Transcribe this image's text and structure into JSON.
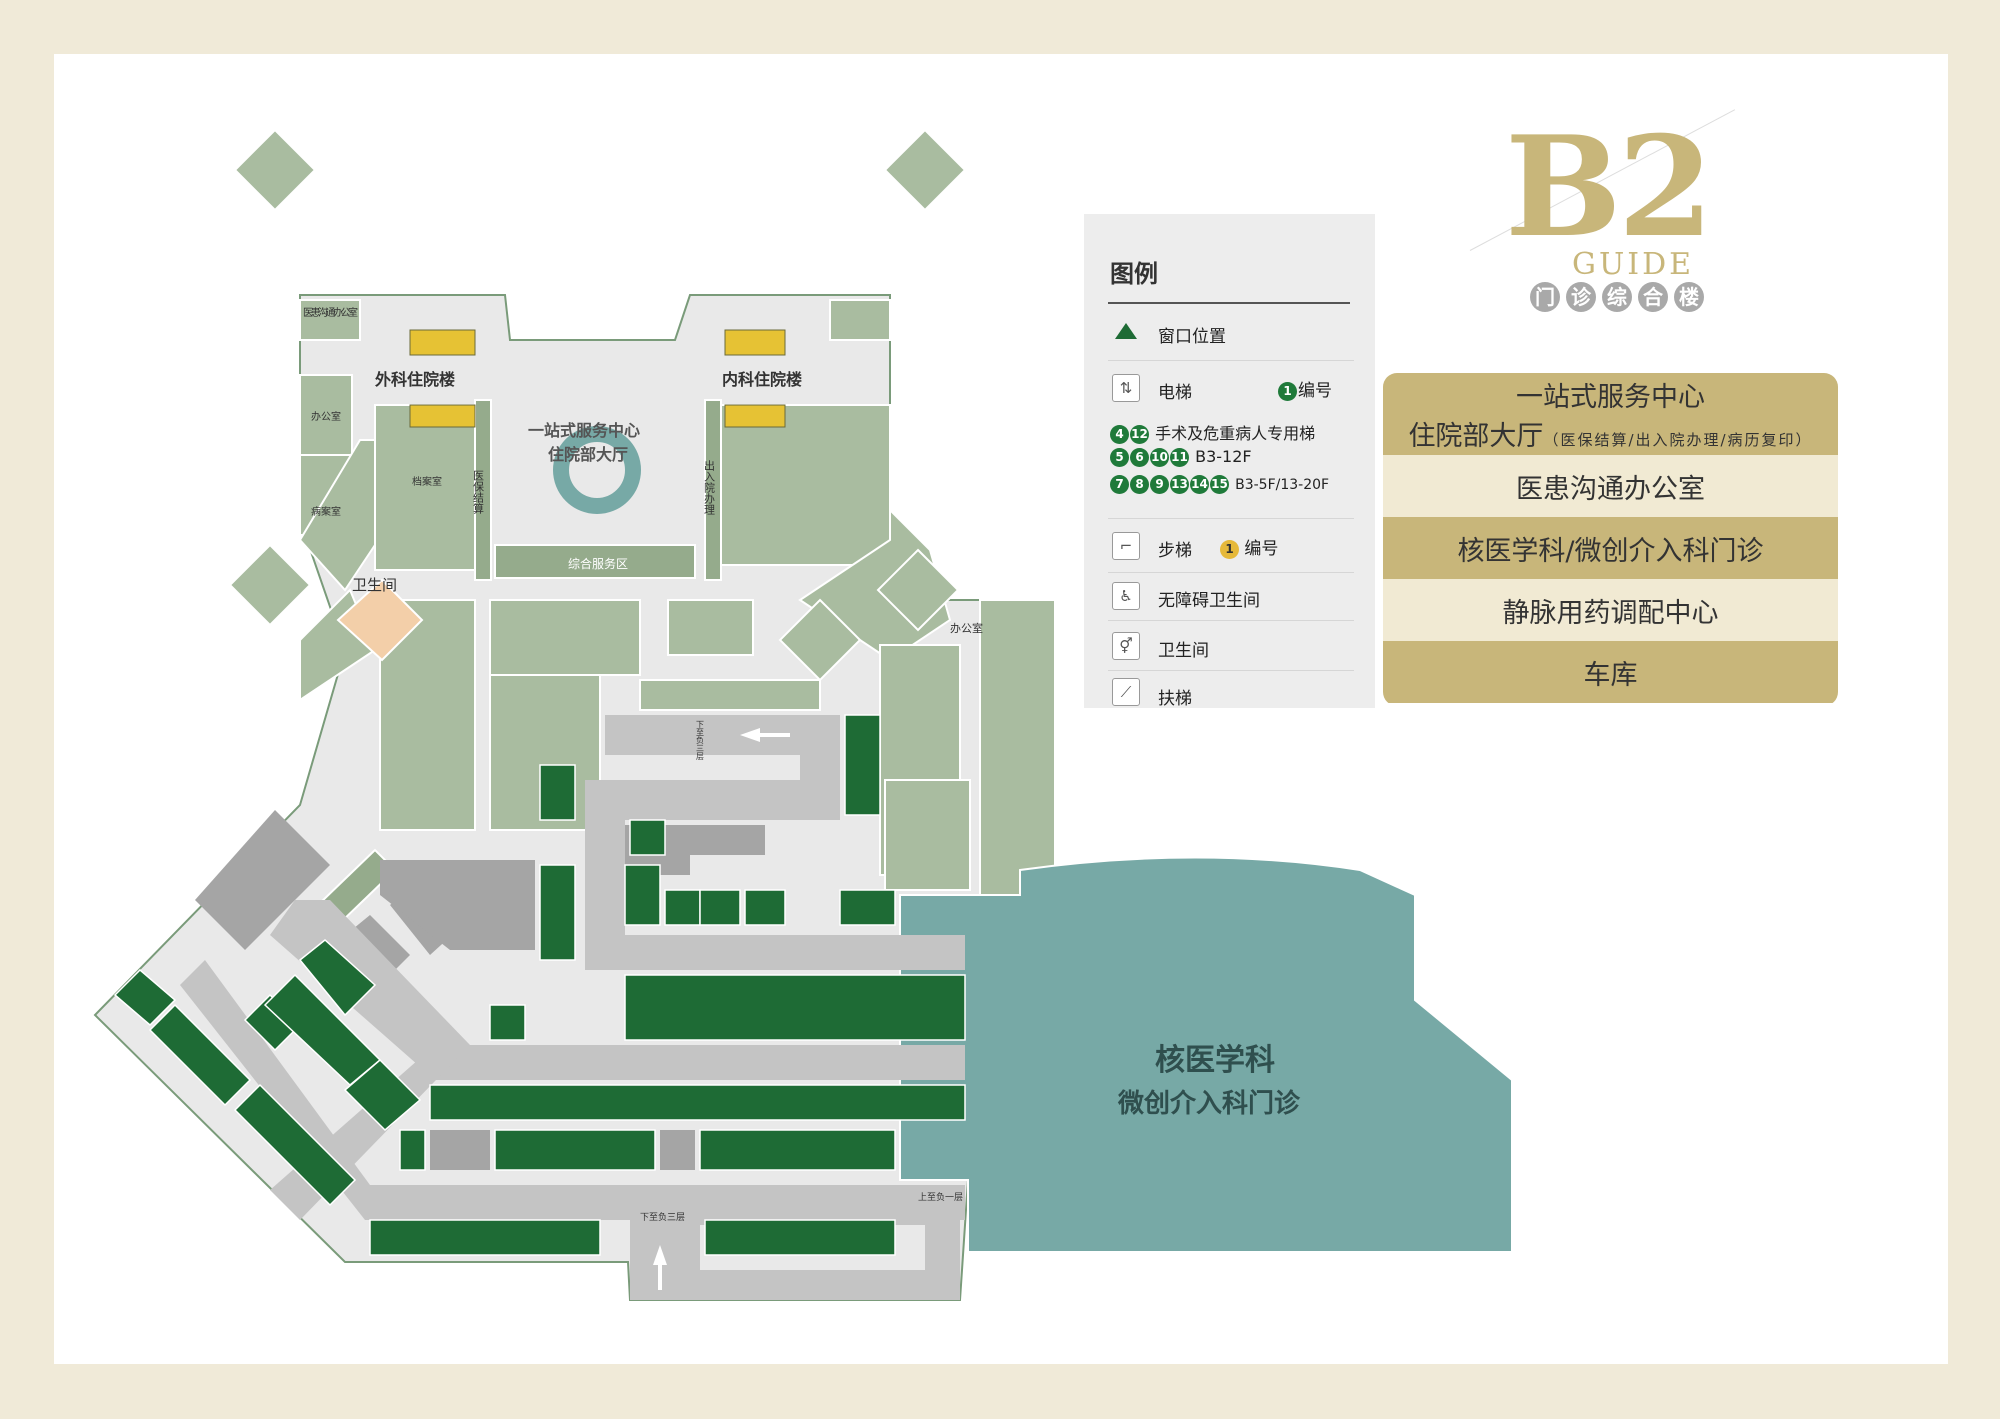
{
  "header": {
    "floor_code": "B2",
    "guide_word": "GUIDE",
    "building_chars": [
      "门",
      "诊",
      "综",
      "合",
      "楼"
    ]
  },
  "legend": {
    "title": "图例",
    "window_label": "窗口位置",
    "elevator_label": "电梯",
    "number_label": "编号",
    "stairs_label": "步梯",
    "accessible_toilet_label": "无障碍卫生间",
    "toilet_label": "卫生间",
    "escalator_label": "扶梯",
    "lift_groups": [
      {
        "ids": [
          "4",
          "12"
        ],
        "desc": "手术及危重病人专用梯"
      },
      {
        "ids": [
          "5",
          "6",
          "10",
          "11"
        ],
        "desc": "B3-12F"
      },
      {
        "ids": [
          "7",
          "8",
          "9",
          "13",
          "14",
          "15"
        ],
        "desc": "B3-5F/13-20F"
      }
    ],
    "sample_number": "1"
  },
  "floor_panel": [
    {
      "line1": "一站式服务中心",
      "line2": "住院部大厅",
      "line2_note": "（医保结算/出入院办理/病历复印）",
      "style": "dark"
    },
    {
      "line1": "医患沟通办公室",
      "style": "light"
    },
    {
      "line1": "核医学科/微创介入科门诊",
      "style": "dark"
    },
    {
      "line1": "静脉用药调配中心",
      "style": "light"
    },
    {
      "line1": "车库",
      "style": "dark"
    }
  ],
  "map": {
    "surgical_building": "外科住院楼",
    "internal_building": "内科住院楼",
    "service_center": "一站式服务中心",
    "inpatient_hall": "住院部大厅",
    "comprehensive_service": "综合服务区",
    "insurance_settlement": "医保结算",
    "admission_discharge": "出入院办理",
    "doctor_patient_office": "医患沟通办公室",
    "office": "办公室",
    "archive_room": "档案室",
    "records_room": "病案室",
    "toilet": "卫生间",
    "office_right": "办公室",
    "nuclear_medicine": "核医学科",
    "interventional_clinic": "微创介入科门诊",
    "down_b3": "下至负三层",
    "up_b1": "上至负一层",
    "down_ramp": "下至负三层"
  },
  "colors": {
    "building": "#a9bca0",
    "building_dark": "#95ab8c",
    "nuclear": "#77a9a6",
    "parking_road": "#c4c4c4",
    "parking_block": "#a5a5a5",
    "parking_space": "#1e6b35",
    "corridor": "#e9e9e9",
    "accent_gold": "#c8b67a",
    "toilet_fill": "#f3cfa9",
    "elevator_yellow": "#e6c234"
  }
}
